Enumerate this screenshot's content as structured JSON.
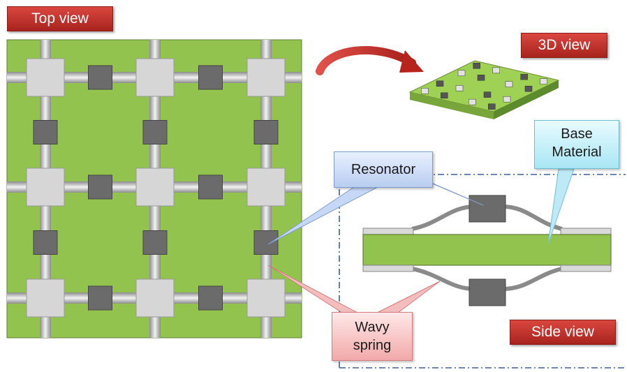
{
  "labels": {
    "top_view": "Top view",
    "view_3d": "3D view",
    "side_view": "Side view",
    "resonator": "Resonator",
    "base_material_line1": "Base",
    "base_material_line2": "Material",
    "wavy_spring_line1": "Wavy",
    "wavy_spring_line2": "spring"
  },
  "colors": {
    "base_green": "#93c34f",
    "node_light_gray": "#d6d6d6",
    "resonator_dark_gray": "#6b6b6b",
    "spring_gray": "#a8a8a8",
    "label_red": "#c0302a",
    "arrow_red": "#c0302a",
    "dashed_border_blue": "#3a5f9f"
  },
  "top_view_grid": {
    "rows": 3,
    "cols": 3
  }
}
